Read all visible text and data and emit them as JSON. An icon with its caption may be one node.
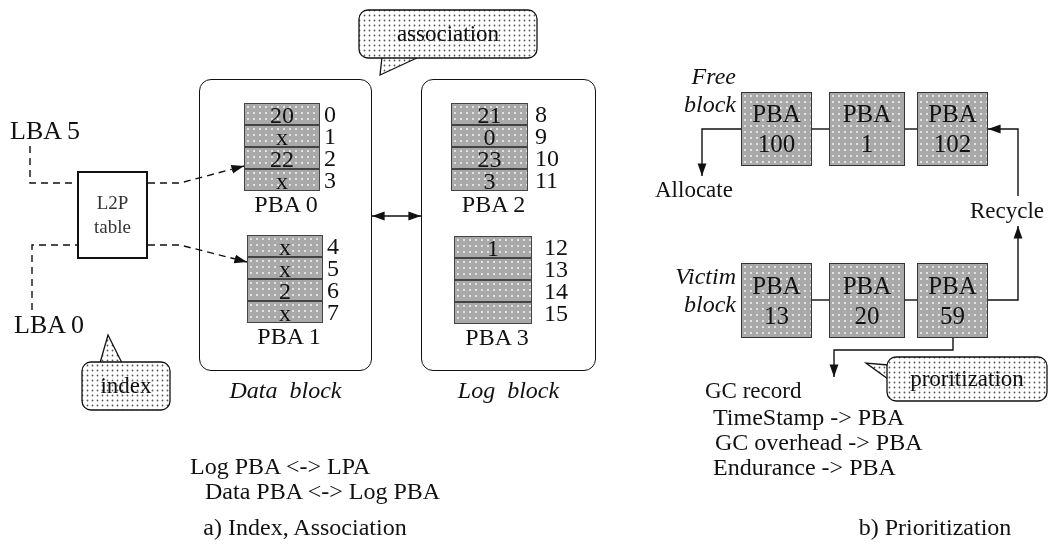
{
  "diagram": {
    "nodes": [
      {
        "text": [
          "LBA 5"
        ]
      },
      {
        "text": [
          "LBA 0"
        ]
      },
      {
        "text": [
          "L2P table"
        ]
      },
      {
        "text": [
          "Data block"
        ]
      },
      {
        "text": [
          "PBA 0"
        ],
        "in": 3
      },
      {
        "text": [
          "20"
        ],
        "beside": [
          "0"
        ],
        "in": 4
      },
      {
        "text": [
          "x"
        ],
        "beside": [
          "1"
        ],
        "in": 4
      },
      {
        "text": [
          "22"
        ],
        "beside": [
          "2"
        ],
        "in": 4
      },
      {
        "text": [
          "x"
        ],
        "beside": [
          "3"
        ],
        "in": 4
      },
      {
        "text": [
          "PBA 1"
        ],
        "in": 3
      },
      {
        "text": [
          "x"
        ],
        "beside": [
          "4"
        ],
        "in": 9
      },
      {
        "text": [
          "x"
        ],
        "beside": [
          "5"
        ],
        "in": 9
      },
      {
        "text": [
          "2"
        ],
        "beside": [
          "6"
        ],
        "in": 9
      },
      {
        "text": [
          "x"
        ],
        "beside": [
          "7"
        ],
        "in": 9
      },
      {
        "text": [
          "Log block"
        ]
      },
      {
        "text": [
          "PBA 2"
        ],
        "in": 14
      },
      {
        "text": [
          "21"
        ],
        "beside": [
          "8"
        ],
        "in": 15
      },
      {
        "text": [
          "0"
        ],
        "beside": [
          "9"
        ],
        "in": 15
      },
      {
        "text": [
          "23"
        ],
        "beside": [
          "10"
        ],
        "in": 15
      },
      {
        "text": [
          "3"
        ],
        "beside": [
          "11"
        ],
        "in": 15
      },
      {
        "text": [
          "PBA 3"
        ],
        "in": 14
      },
      {
        "text": [
          "1"
        ],
        "beside": [
          "12"
        ],
        "in": 20
      },
      {
        "text": [],
        "shape": "box",
        "beside": [
          "13"
        ],
        "in": 20
      },
      {
        "text": [],
        "shape": "box",
        "beside": [
          "14"
        ],
        "in": 20
      },
      {
        "text": [],
        "shape": "box",
        "beside": [
          "15"
        ],
        "in": 20
      },
      {
        "text": [
          "association"
        ]
      },
      {
        "text": [
          "index"
        ]
      },
      {
        "text": [
          "PBA 100"
        ]
      },
      {
        "text": [
          "PBA 1"
        ]
      },
      {
        "text": [
          "PBA 102"
        ]
      },
      {
        "text": [
          "Allocate"
        ]
      },
      {
        "text": [
          "Recycle"
        ]
      },
      {
        "text": [
          "PBA 13"
        ]
      },
      {
        "text": [
          "PBA 20"
        ]
      },
      {
        "text": [
          "PBA 59"
        ]
      },
      {
        "text": [
          "GC record"
        ]
      },
      {
        "text": [
          "proritization"
        ]
      }
    ],
    "edges": [
      {
        "from": 0,
        "to": 2,
        "arrow": "none",
        "style": "dashed"
      },
      {
        "from": 2,
        "to": 4,
        "arrow": "to",
        "style": "dashed"
      },
      {
        "from": 1,
        "to": 2,
        "arrow": "none",
        "style": "dashed"
      },
      {
        "from": 2,
        "to": 9,
        "arrow": "to",
        "style": "dashed"
      },
      {
        "from": 3,
        "to": 14,
        "arrow": "both"
      },
      {
        "from": 27,
        "to": 28,
        "arrow": "none"
      },
      {
        "from": 28,
        "to": 29,
        "arrow": "none"
      },
      {
        "from": 27,
        "to": 30,
        "arrow": "to"
      },
      {
        "from": 32,
        "to": 33,
        "arrow": "none"
      },
      {
        "from": 33,
        "to": 34,
        "arrow": "none"
      },
      {
        "from": 34,
        "to": 31,
        "arrow": "to"
      },
      {
        "from": 31,
        "to": 29,
        "arrow": "to"
      },
      {
        "from": 34,
        "to": 35,
        "arrow": "to"
      }
    ],
    "labels": [
      "Free block",
      "Victim block",
      "Log PBA <-> LPA",
      "Data PBA <-> Log PBA",
      "TimeStamp -> PBA",
      "GC overhead -> PBA",
      "Endurance -> PBA",
      "a) Index, Association",
      "b) Prioritization"
    ]
  }
}
